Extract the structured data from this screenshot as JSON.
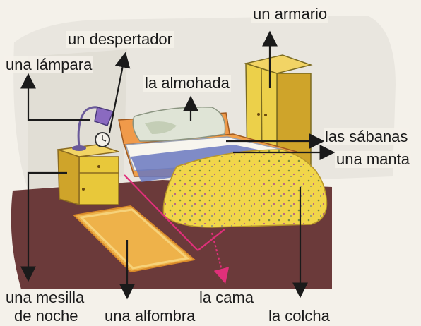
{
  "labels": {
    "armario": "un armario",
    "despertador": "un despertador",
    "lampara": "una lámpara",
    "almohada": "la almohada",
    "sabanas": "las sábanas",
    "manta": "una manta",
    "mesilla_line1": "una mesilla",
    "mesilla_line2": "de noche",
    "alfombra": "una alfombra",
    "cama": "la cama",
    "colcha": "la colcha"
  },
  "colors": {
    "arrow": "#1a1a1a",
    "arrow_accent": "#e0307a",
    "floor": "#6b3a3a",
    "wall": "#e9e6df",
    "wood": "#e8c83a",
    "bedspread": "#f1d64a"
  }
}
